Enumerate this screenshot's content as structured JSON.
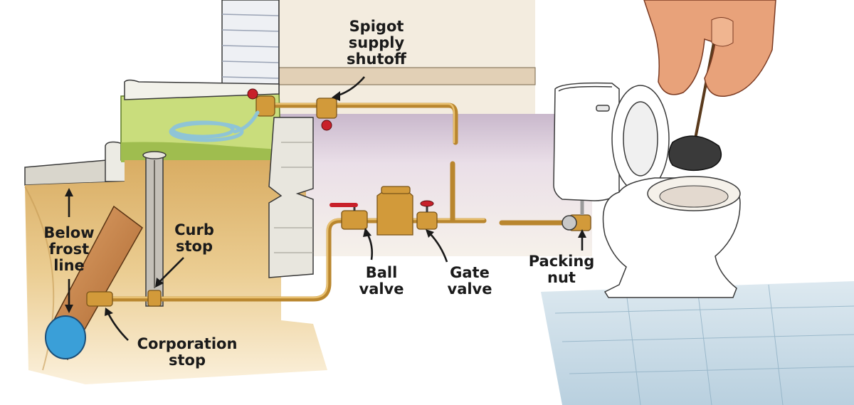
{
  "labels": {
    "spigot": [
      "Spigot",
      "supply",
      "shutoff"
    ],
    "below_frost": [
      "Below",
      "frost",
      "line"
    ],
    "curb_stop": [
      "Curb",
      "stop"
    ],
    "ball_valve": [
      "Ball",
      "valve"
    ],
    "gate_valve": [
      "Gate",
      "valve"
    ],
    "packing_nut": [
      "Packing",
      "nut"
    ],
    "corporation_stop": [
      "Corporation",
      "stop"
    ]
  },
  "colors": {
    "soil": "#e9c98a",
    "soil_dark": "#d8ad63",
    "grass": "#b7cf6a",
    "concrete": "#d9d6cc",
    "siding": "#eef0f4",
    "brass": "#d29a3a",
    "main_pipe": "#c8894b",
    "water": "#3a9fd8",
    "floor_tile": "#c9dde9",
    "valve_handle": "#c8202a",
    "skin": "#e8a27a"
  }
}
